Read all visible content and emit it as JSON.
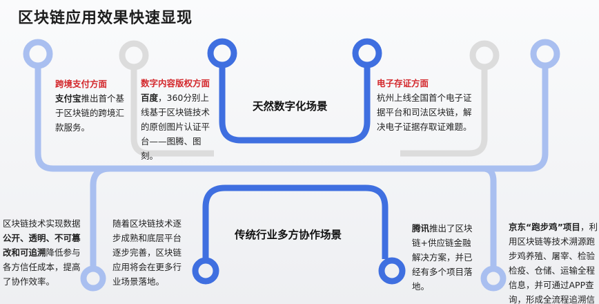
{
  "title": "区块链应用效果快速显现",
  "scene_top": "天然数字化场景",
  "scene_bottom": "传统行业多方协作场景",
  "cross_border": {
    "heading": "跨境支付方面",
    "lead": "支付宝",
    "text": "推出首个基于区块链的跨境汇款服务。"
  },
  "copyright": {
    "heading": "数字内容版权方面",
    "lead": "百度",
    "text": "，360分别上线基于区块链技术的原创图片认证平台——图腾、图刻。"
  },
  "evidence": {
    "heading": "电子存证方面",
    "text": "杭州上线全国首个电子证据平台和司法区块链，解决电子证据存取证难题。"
  },
  "left_note": {
    "pre": "区块链技术实现数据",
    "bold": "公开、透明、不可篡改和可追溯",
    "post": "降低参与各方信任成本，提高了协作效率。"
  },
  "middle_note": {
    "text": "随着区块链技术逐步成熟和底层平台逐步完善，区块链应用将会在更多行业场景落地。"
  },
  "tencent": {
    "lead": "腾讯",
    "text": "推出了区块链+供应链金融解决方案，并已经有多个项目落地。"
  },
  "jd": {
    "lead": "京东“跑步鸡”项目",
    "text": "，利用区块链等技术溯源跑步鸡养殖、屠宰、检验检疫、仓储、运输全程信息，并可通过APP查询，形成全流程追溯信息数据闭环。"
  }
}
